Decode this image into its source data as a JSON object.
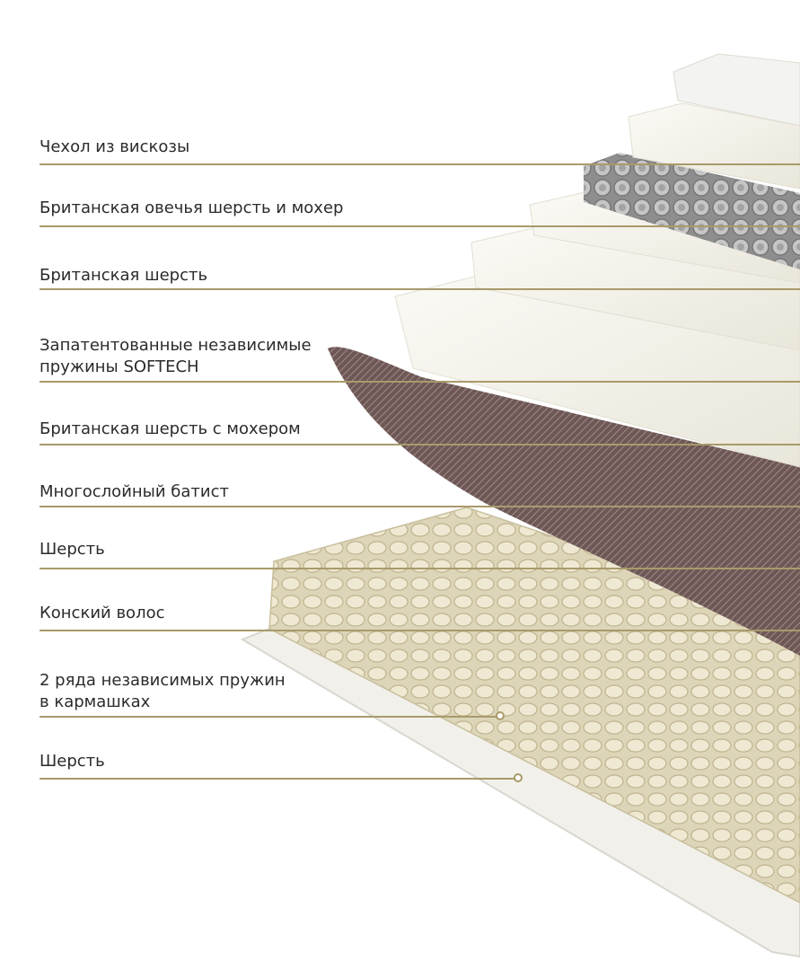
{
  "layers": [
    {
      "label": "Чехол из вискозы"
    },
    {
      "label": "Британская овечья шерсть и мохер"
    },
    {
      "label": "Британская шерсть"
    },
    {
      "label": "Запатентованные независимые\nпружины SOFTECH"
    },
    {
      "label": "Британская шерсть с мохером"
    },
    {
      "label": "Многослойный батист"
    },
    {
      "label": "Шерсть"
    },
    {
      "label": "Конский волос"
    },
    {
      "label": "2 ряда независимых пружин\nв кармашках"
    },
    {
      "label": "Шерсть"
    }
  ],
  "colors": {
    "rule": "#a89a6b",
    "text": "#2b2b2b",
    "horsehair": "#7a6462",
    "pocket_springs": "#e6dfc7",
    "metal_springs": "#a9a9a9",
    "wool": "#f7f5ee"
  }
}
